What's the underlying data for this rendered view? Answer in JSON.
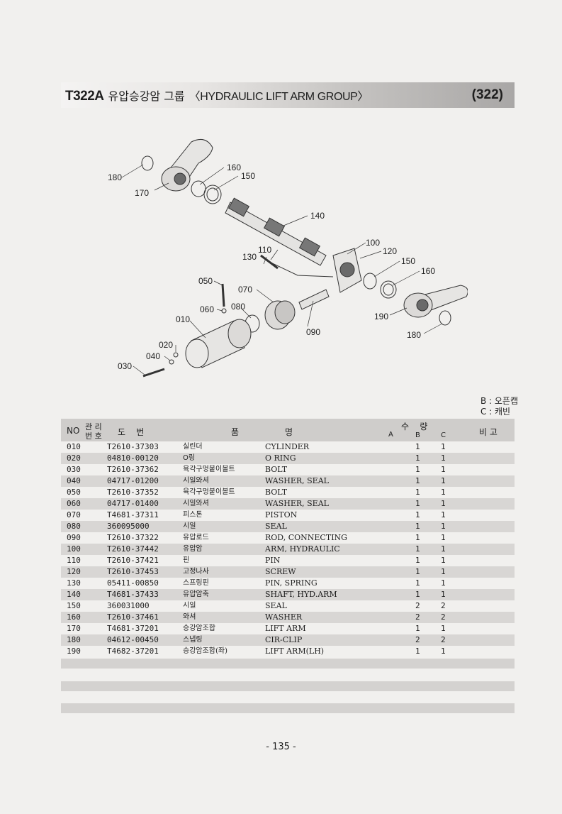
{
  "header": {
    "code": "T322A",
    "title_ko": "유압승강암 그룹",
    "title_en": "〈HYDRAULIC LIFT ARM GROUP〉",
    "page_ref": "(322)"
  },
  "legend": {
    "b": "B : 오픈캡",
    "c": "C : 캐빈"
  },
  "diagram_labels": {
    "l180a": "180",
    "l170": "170",
    "l160a": "160",
    "l150a": "150",
    "l140": "140",
    "l100": "100",
    "l120": "120",
    "l150b": "150",
    "l160b": "160",
    "l110": "110",
    "l130": "130",
    "l050": "050",
    "l070": "070",
    "l060": "060",
    "l080": "080",
    "l010": "010",
    "l090": "090",
    "l190": "190",
    "l180b": "180",
    "l020": "020",
    "l040": "040",
    "l030": "030"
  },
  "table": {
    "headers": {
      "no": "NO",
      "mgmt_top": "관 리",
      "mgmt_bottom": "번 호",
      "part_no": "도    번",
      "name_a": "품",
      "name_b": "명",
      "qty": "수    량",
      "qa": "A",
      "qb": "B",
      "qc": "C",
      "remark": "비 고"
    },
    "rows": [
      {
        "no": "010",
        "part": "T2610-37303",
        "ko": "실린더",
        "en": "CYLINDER",
        "b": "1",
        "c": "1"
      },
      {
        "no": "020",
        "part": "04810-00120",
        "ko": "O링",
        "en": "O RING",
        "b": "1",
        "c": "1"
      },
      {
        "no": "030",
        "part": "T2610-37362",
        "ko": "육각구멍붙이볼트",
        "en": "BOLT",
        "b": "1",
        "c": "1"
      },
      {
        "no": "040",
        "part": "04717-01200",
        "ko": "시일와셔",
        "en": "WASHER, SEAL",
        "b": "1",
        "c": "1"
      },
      {
        "no": "050",
        "part": "T2610-37352",
        "ko": "육각구멍붙이볼트",
        "en": "BOLT",
        "b": "1",
        "c": "1"
      },
      {
        "no": "060",
        "part": "04717-01400",
        "ko": "시일와셔",
        "en": "WASHER, SEAL",
        "b": "1",
        "c": "1"
      },
      {
        "no": "070",
        "part": "T4681-37311",
        "ko": "피스톤",
        "en": "PISTON",
        "b": "1",
        "c": "1"
      },
      {
        "no": "080",
        "part": "360095000",
        "ko": "시일",
        "en": "SEAL",
        "b": "1",
        "c": "1"
      },
      {
        "no": "090",
        "part": "T2610-37322",
        "ko": "유압로드",
        "en": "ROD, CONNECTING",
        "b": "1",
        "c": "1"
      },
      {
        "no": "100",
        "part": "T2610-37442",
        "ko": "유압암",
        "en": "ARM, HYDRAULIC",
        "b": "1",
        "c": "1"
      },
      {
        "no": "110",
        "part": "T2610-37421",
        "ko": "핀",
        "en": "PIN",
        "b": "1",
        "c": "1"
      },
      {
        "no": "120",
        "part": "T2610-37453",
        "ko": "고정나사",
        "en": "SCREW",
        "b": "1",
        "c": "1"
      },
      {
        "no": "130",
        "part": "05411-00850",
        "ko": "스프링핀",
        "en": "PIN, SPRING",
        "b": "1",
        "c": "1"
      },
      {
        "no": "140",
        "part": "T4681-37433",
        "ko": "유압암축",
        "en": "SHAFT, HYD.ARM",
        "b": "1",
        "c": "1"
      },
      {
        "no": "150",
        "part": "360031000",
        "ko": "시일",
        "en": "SEAL",
        "b": "2",
        "c": "2"
      },
      {
        "no": "160",
        "part": "T2610-37461",
        "ko": "와셔",
        "en": "WASHER",
        "b": "2",
        "c": "2"
      },
      {
        "no": "170",
        "part": "T4681-37201",
        "ko": "승강암조합",
        "en": "LIFT ARM",
        "b": "1",
        "c": "1"
      },
      {
        "no": "180",
        "part": "04612-00450",
        "ko": "스냅링",
        "en": "CIR-CLIP",
        "b": "2",
        "c": "2"
      },
      {
        "no": "190",
        "part": "T4682-37201",
        "ko": "승강암조합(좌)",
        "en": "LIFT ARM(LH)",
        "b": "1",
        "c": "1"
      }
    ]
  },
  "footer": {
    "page": "- 135 -"
  }
}
